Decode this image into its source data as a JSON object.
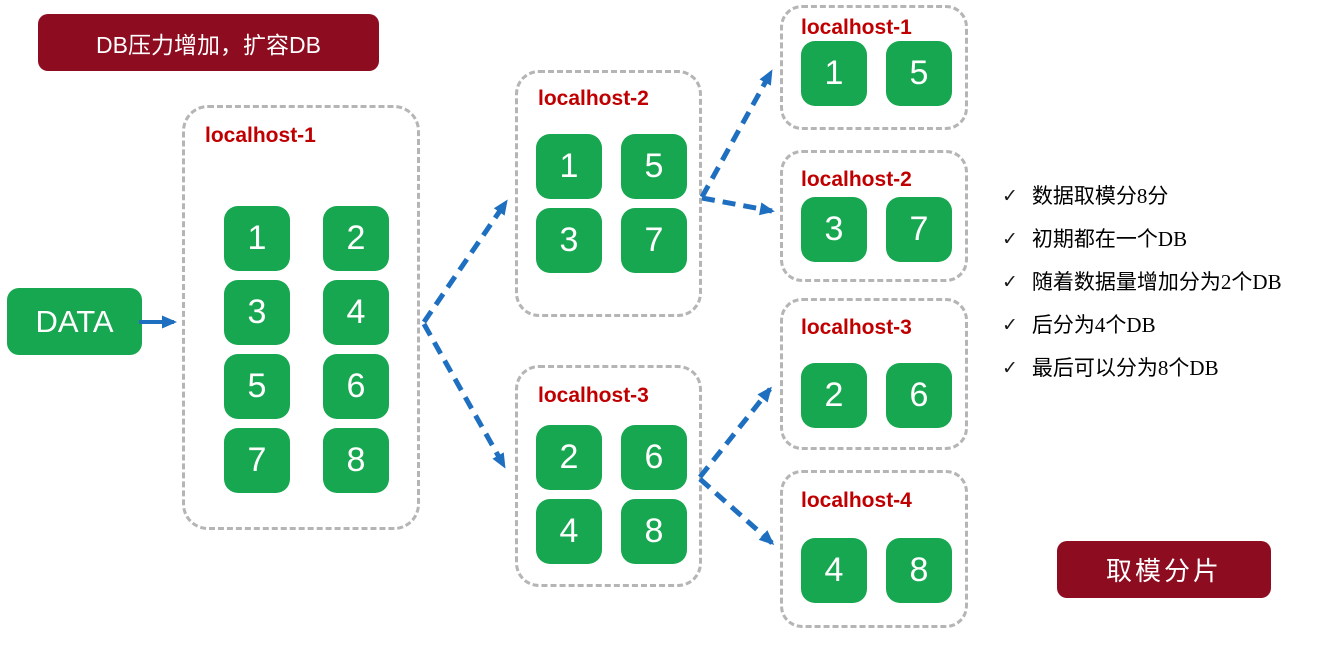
{
  "colors": {
    "shard_green": "#17A750",
    "banner_maroon": "#8E0C20",
    "host_label_red": "#C00000",
    "arrow_blue": "#1E6FC0",
    "dashed_border_gray": "#B5B5B5"
  },
  "banners": {
    "top": "DB压力增加，扩容DB",
    "bottom": "取模分片"
  },
  "source": {
    "label": "DATA"
  },
  "stage1": {
    "label": "localhost-1",
    "boxes": [
      "1",
      "2",
      "3",
      "4",
      "5",
      "6",
      "7",
      "8"
    ]
  },
  "stage2": [
    {
      "label": "localhost-2",
      "boxes": [
        "1",
        "5",
        "3",
        "7"
      ]
    },
    {
      "label": "localhost-3",
      "boxes": [
        "2",
        "6",
        "4",
        "8"
      ]
    }
  ],
  "stage3": [
    {
      "label": "localhost-1",
      "boxes": [
        "1",
        "5"
      ]
    },
    {
      "label": "localhost-2",
      "boxes": [
        "3",
        "7"
      ]
    },
    {
      "label": "localhost-3",
      "boxes": [
        "2",
        "6"
      ]
    },
    {
      "label": "localhost-4",
      "boxes": [
        "4",
        "8"
      ]
    }
  ],
  "notes": {
    "icon": "✓",
    "items": [
      "数据取模分8分",
      "初期都在一个DB",
      "随着数据量增加分为2个DB",
      "后分为4个DB",
      "最后可以分为8个DB"
    ]
  }
}
